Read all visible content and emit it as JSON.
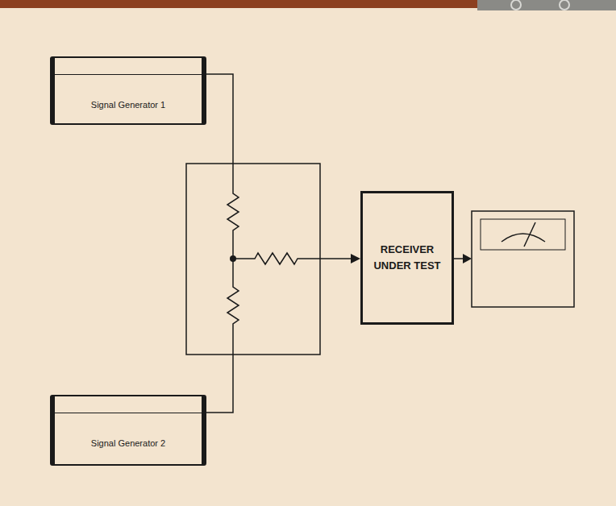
{
  "diagram": {
    "nodes": [
      {
        "text": [
          "Signal Generator 1"
        ]
      },
      {
        "text": [
          "RECEIVER UNDER TEST"
        ]
      },
      {
        "text": [
          "Signal Generator 2"
        ]
      }
    ]
  }
}
